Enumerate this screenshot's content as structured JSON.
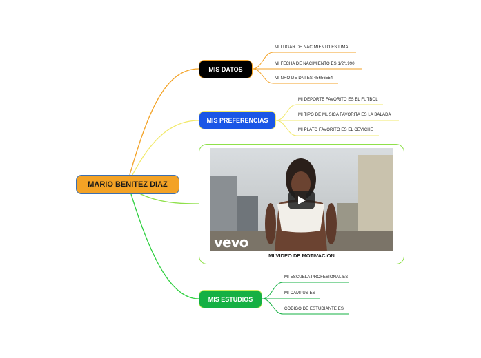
{
  "root": {
    "label": "MARIO BENITEZ DIAZ"
  },
  "branches": {
    "datos": {
      "label": "MIS DATOS",
      "items": [
        "MI LUGAR DE NACIMIENTO ES LIMA",
        "MI FECHA DE NACIMIENTO ES 1/2/1990",
        "MI NRO DE DNI ES 45656554"
      ]
    },
    "preferencias": {
      "label": "MIS PREFERENCIAS",
      "items": [
        "MI DEPORTE FAVORITO ES EL FUTBOL",
        "MI TIPO DE MUSICA FAVORITA ES  LA BALADA",
        "MI PLATO FAVORITO ES EL CEVICHE"
      ]
    },
    "video": {
      "caption": "MI VIDEO DE MOTIVACION",
      "watermark": "vevo"
    },
    "estudios": {
      "label": "MIS ESTUDIOS",
      "items": [
        "MI ESCUELA PROFESIONAL ES",
        "MI CAMPUS ES",
        "CODIGO DE ESTUDIANTE ES"
      ]
    }
  },
  "colors": {
    "orange": "#f3a225",
    "yellow": "#f2e96b",
    "green": "#15b043",
    "light_green": "#8fe04a",
    "blue": "#1a56e6"
  }
}
